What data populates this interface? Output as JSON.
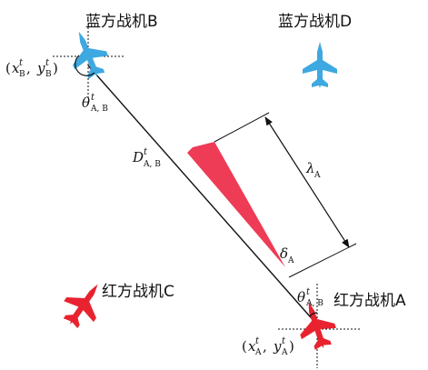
{
  "colors": {
    "blue_aircraft": "#3ea8e0",
    "red_aircraft": "#e8232f",
    "sector": "#ee3b56",
    "line": "#111111"
  },
  "aircraft": {
    "blue_b": {
      "label": "蓝方战机B",
      "icon": "jet-icon-blue"
    },
    "blue_d": {
      "label": "蓝方战机D",
      "icon": "jet-icon-blue"
    },
    "red_c": {
      "label": "红方战机C",
      "icon": "jet-icon-red"
    },
    "red_a": {
      "label": "红方战机A",
      "icon": "jet-icon-red"
    }
  },
  "math": {
    "pos_b": {
      "open": "(",
      "x": "x",
      "comma": ", ",
      "y": "y",
      "close": ")",
      "sup": "t",
      "sub": "B"
    },
    "pos_a": {
      "open": "(",
      "x": "x",
      "comma": ", ",
      "y": "y",
      "close": ")",
      "sup": "t",
      "sub": "A"
    },
    "theta_ab_top": {
      "symbol": "θ",
      "sup": "t",
      "sub": "A, B"
    },
    "theta_ab_bottom": {
      "symbol": "θ",
      "sup": "t",
      "sub": "A, B"
    },
    "distance": {
      "symbol": "D",
      "sup": "t",
      "sub": "A, B"
    },
    "lambda": {
      "symbol": "λ",
      "sub": "A"
    },
    "delta": {
      "symbol": "δ",
      "sub": "A"
    }
  }
}
